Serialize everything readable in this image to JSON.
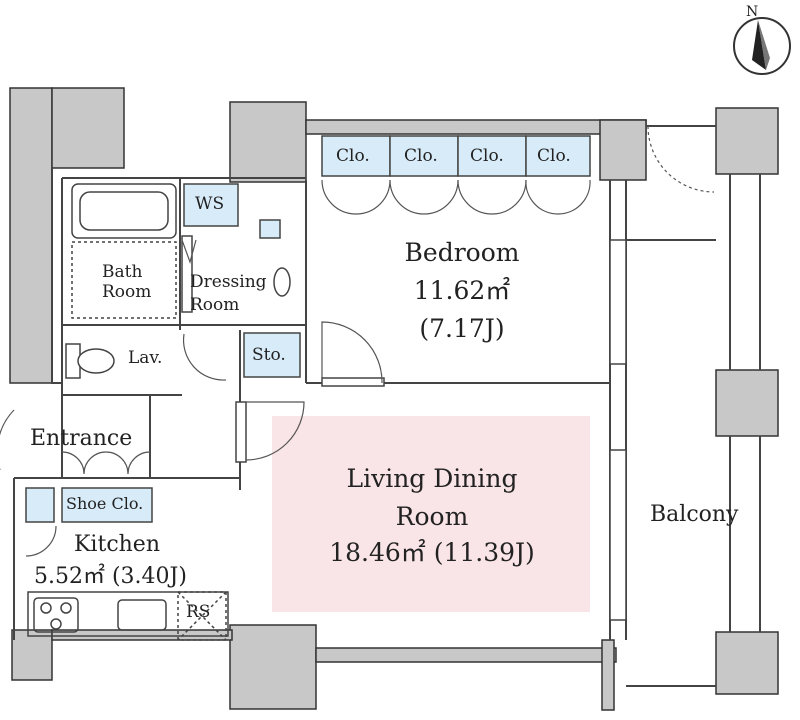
{
  "compass": {
    "north": "N"
  },
  "storage": {
    "clo": "Clo.",
    "ws": "WS",
    "sto": "Sto.",
    "shoe": "Shoe Clo.",
    "rs": "RS",
    "lav": "Lav."
  },
  "rooms": {
    "bedroom": {
      "name": "Bedroom",
      "area": "11.62㎡",
      "jo": "(7.17J)"
    },
    "bath": {
      "line1": "Bath",
      "line2": "Room"
    },
    "dressing": {
      "line1": "Dressing",
      "line2": "Room"
    },
    "entrance": {
      "name": "Entrance"
    },
    "kitchen": {
      "name": "Kitchen",
      "area": "5.52㎡ (3.40J)"
    },
    "living": {
      "line1": "Living Dining",
      "line2": "Room",
      "area": "18.46㎡ (11.39J)"
    },
    "balcony": {
      "name": "Balcony"
    }
  },
  "colors": {
    "wall": "#c8c8c8",
    "wall_line": "#333333",
    "storage_fill": "#d8ebf8",
    "living_fill": "#f9e4e7",
    "line": "#444444"
  }
}
